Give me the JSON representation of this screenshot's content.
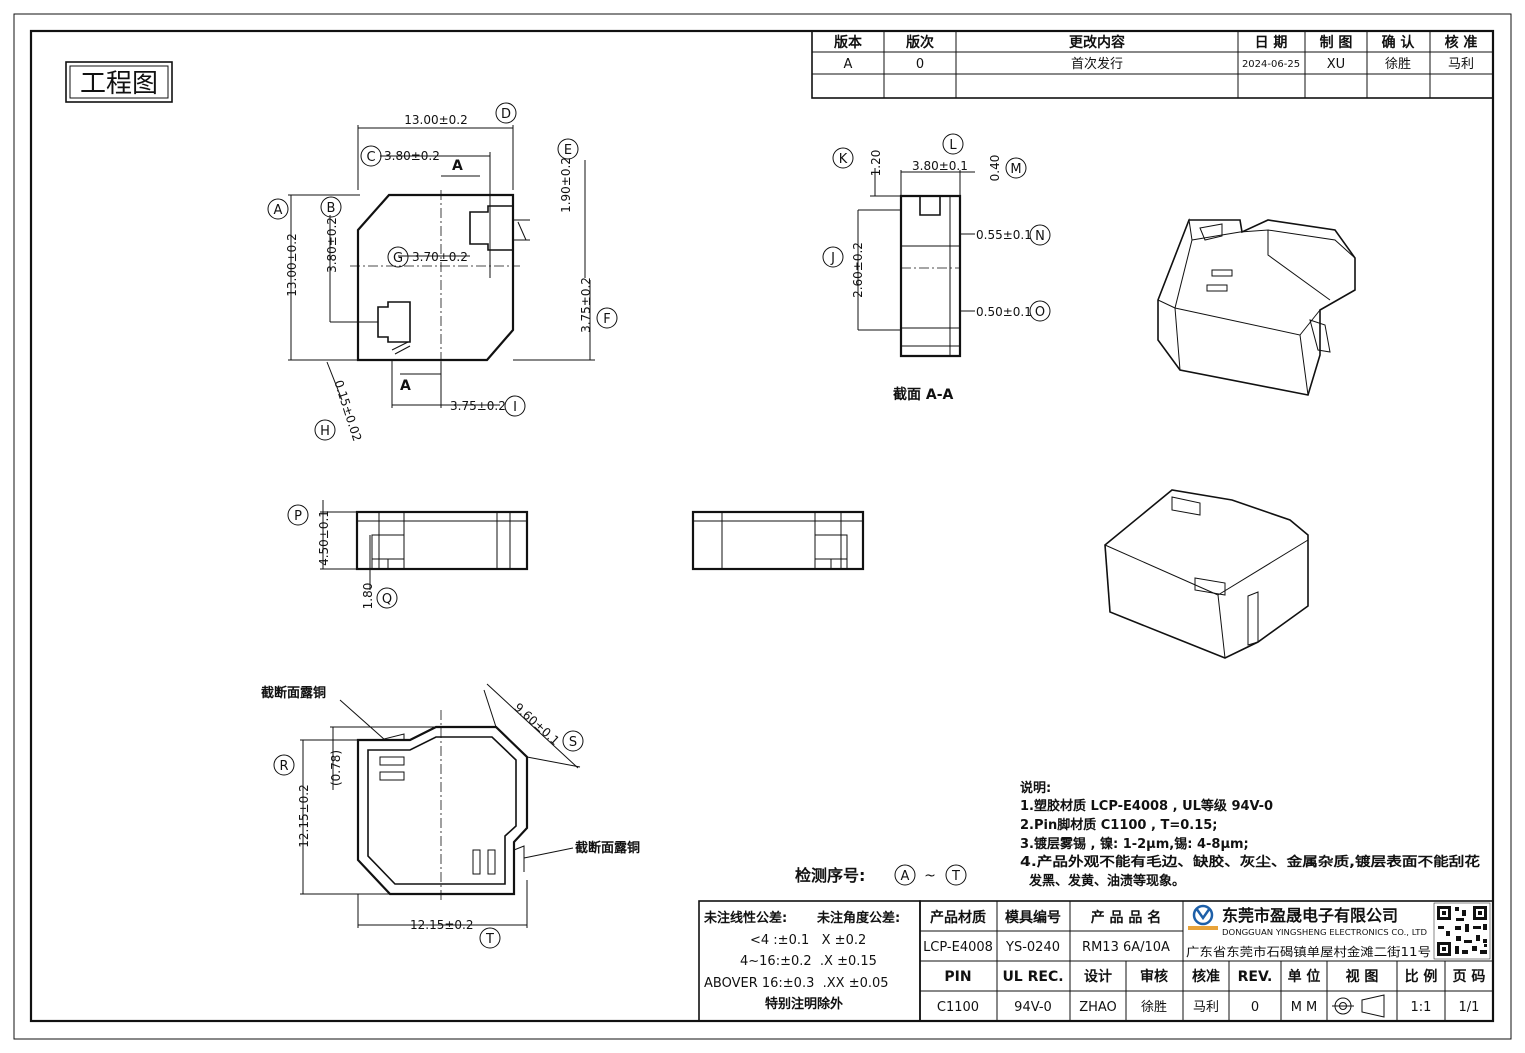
{
  "title_badge": "工程图",
  "revision_table": {
    "headers": [
      "版本",
      "版次",
      "更改内容",
      "日 期",
      "制 图",
      "确 认",
      "核 准"
    ],
    "row": [
      "A",
      "0",
      "首次发行",
      "2024-06-25",
      "XU",
      "徐胜",
      "马利"
    ]
  },
  "top_view": {
    "dim_width": "13.00±0.2",
    "dim_c": "3.80±0.2",
    "dim_e": "1.90±0.2",
    "dim_height": "13.00±0.2",
    "dim_b": "3.80±0.2",
    "dim_g": "3.70±0.2",
    "dim_f": "3.75±0.2",
    "dim_i": "3.75±0.2",
    "dim_h": "0.15±0.02",
    "section_mark": "A"
  },
  "section_view": {
    "dim_k": "1.20",
    "dim_l": "3.80±0.1",
    "dim_m": "0.40",
    "dim_n": "0.55±0.1",
    "dim_j": "2.60±0.2",
    "dim_o": "0.50±0.1",
    "caption": "截面 A-A"
  },
  "side_view": {
    "dim_p": "4.50±0.1",
    "dim_q": "1.80"
  },
  "bottom_view": {
    "label_exposed_1": "截断面露铜",
    "label_exposed_2": "截断面露铜",
    "dim_s": "9.60±0.1",
    "dim_r_sub": "(0.78)",
    "dim_r": "12.15±0.2",
    "dim_t": "12.15±0.2"
  },
  "balloons": [
    "A",
    "B",
    "C",
    "D",
    "E",
    "F",
    "G",
    "H",
    "I",
    "J",
    "K",
    "L",
    "M",
    "N",
    "O",
    "P",
    "Q",
    "R",
    "S",
    "T"
  ],
  "inspection": {
    "label": "检测序号:",
    "from": "A",
    "tilde": "~",
    "to": "T"
  },
  "notes": {
    "heading": "说明:",
    "lines": [
      "1.塑胶材质 LCP-E4008 , UL等级 94V-0",
      "2.Pin脚材质 C1100 , T=0.15;",
      "3.镀层雾锡 , 镍: 1-2μm,锡: 4-8μm;",
      "4.产品外观不能有毛边、缺胶、灰尘、金属杂质,镀层表面不能刮花",
      "  发黑、发黄、油渍等现象。"
    ]
  },
  "tolerance": {
    "head_linear": "未注线性公差:",
    "head_angle": "未注角度公差:",
    "line1": "<4 :±0.1   X ±0.2",
    "line2": "4~16:±0.2  .X ±0.15",
    "line3": "ABOVER 16:±0.3  .XX ±0.05",
    "line4": "特别注明除外"
  },
  "title_block": {
    "material_label": "产品材质",
    "mold_label": "模具编号",
    "product_label": "产 品 品 名",
    "material_value": "LCP-E4008",
    "mold_value": "YS-0240",
    "product_value": "RM13 6A/10A",
    "company_cn": "东莞市盈晟电子有限公司",
    "company_en": "DONGGUAN YINGSHENG ELECTRONICS CO., LTD",
    "address": "广东省东莞市石碣镇单屋村金滩二街11号",
    "row3": [
      "PIN",
      "UL REC.",
      "设计",
      "审核",
      "核准",
      "REV.",
      "单 位",
      "视 图",
      "比 例",
      "页 码"
    ],
    "row4": [
      "C1100",
      "94V-0",
      "ZHAO",
      "徐胜",
      "马利",
      "0",
      "M M",
      "",
      "1:1",
      "1/1"
    ]
  }
}
